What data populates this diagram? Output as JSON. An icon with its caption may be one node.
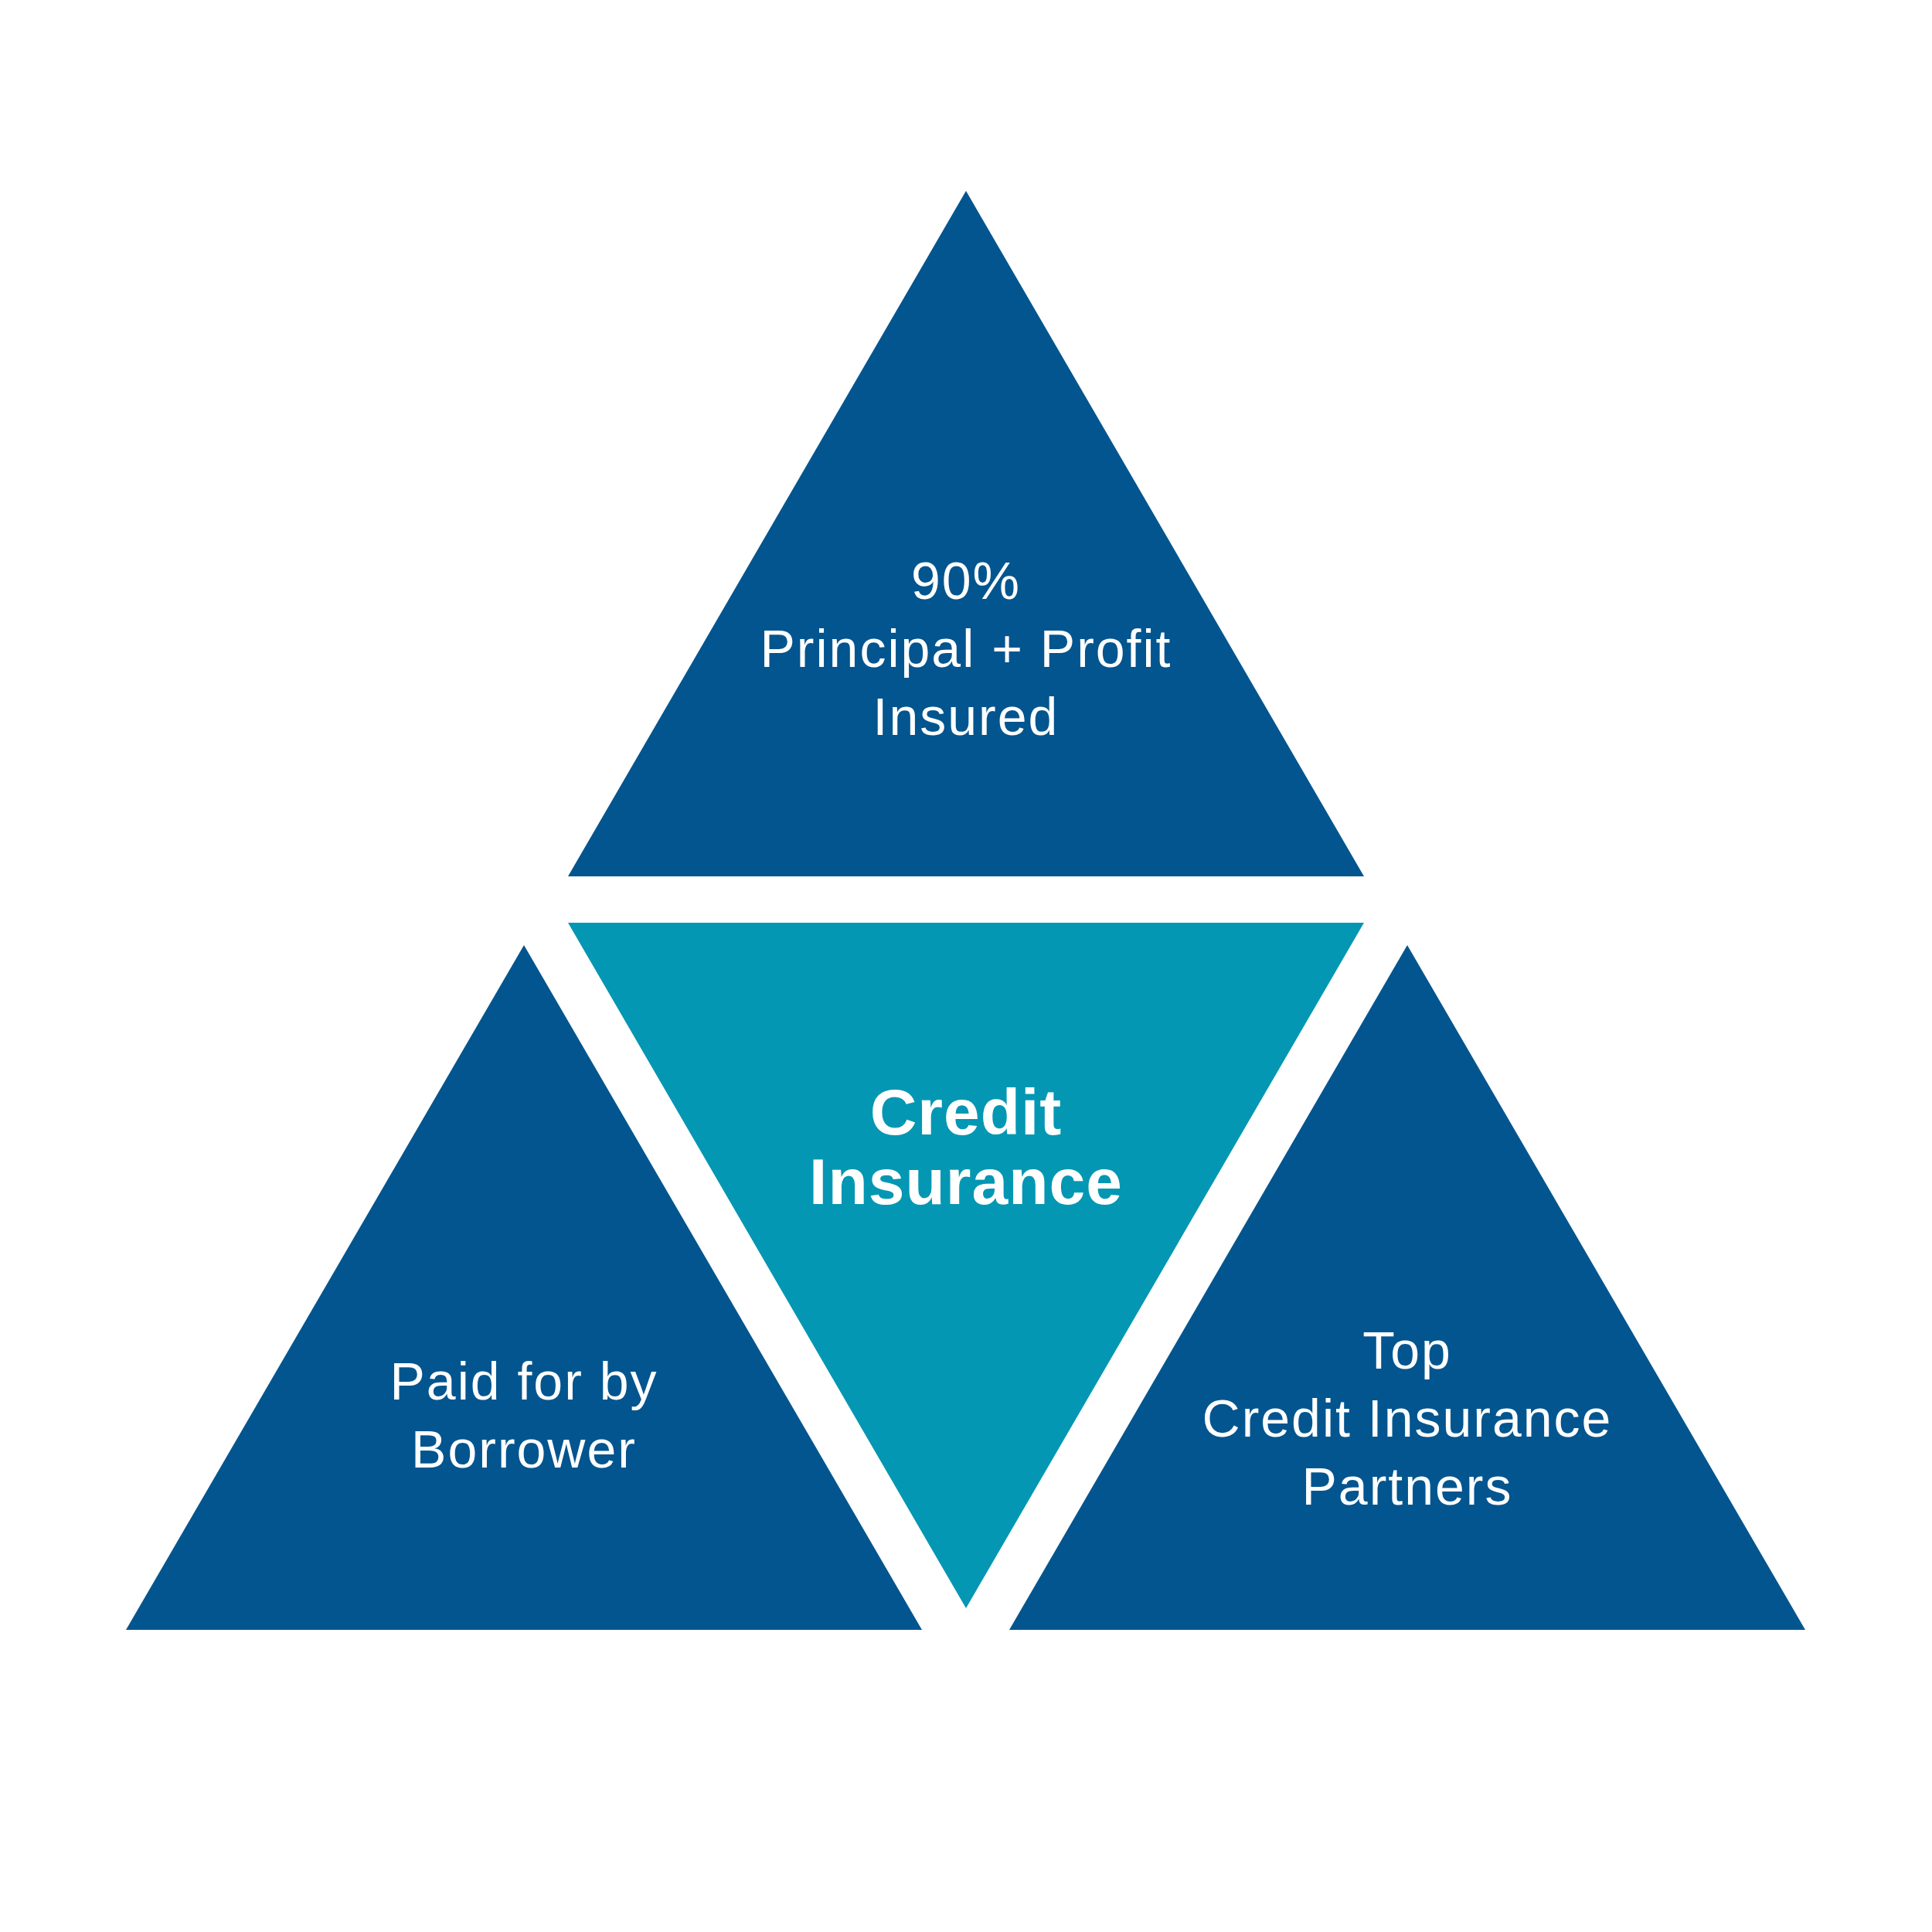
{
  "diagram": {
    "nodes": [
      {
        "text": [
          "90%",
          "Principal + Profit Insured"
        ]
      },
      {
        "text": [
          "Credit Insurance"
        ]
      },
      {
        "text": [
          "Paid for by Borrower"
        ]
      },
      {
        "text": [
          "Top",
          "Credit Insurance Partners"
        ]
      }
    ],
    "edges": []
  }
}
